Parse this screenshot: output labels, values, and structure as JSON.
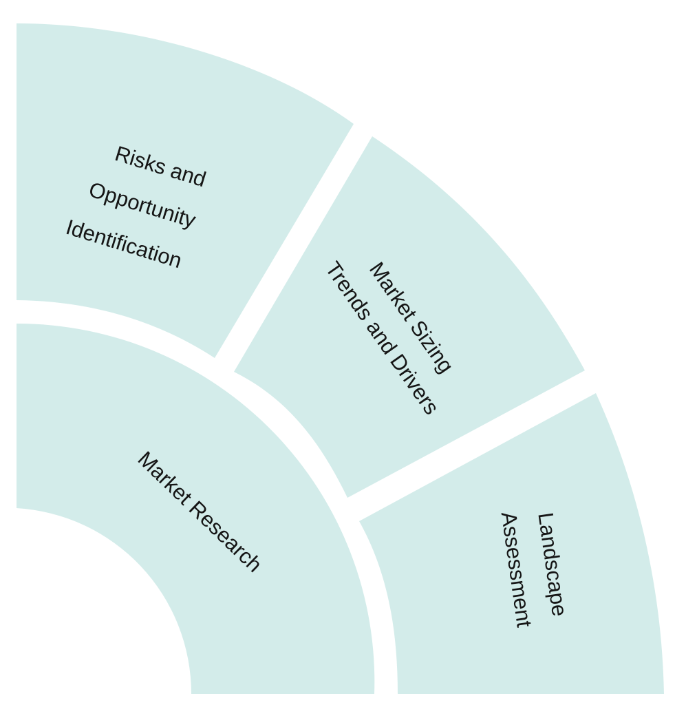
{
  "diagram": {
    "type": "quarter-radial",
    "fill_color": "#d3ecea",
    "background": "#ffffff",
    "segments": [
      {
        "id": "market-research",
        "ring": "inner",
        "lines": [
          "Market Research"
        ]
      },
      {
        "id": "risks-opportunity",
        "ring": "outer",
        "lines": [
          "Risks and",
          "Opportunity",
          "Identification"
        ]
      },
      {
        "id": "market-sizing",
        "ring": "outer",
        "lines": [
          "Market Sizing",
          "Trends and Drivers"
        ]
      },
      {
        "id": "landscape-assessment",
        "ring": "outer",
        "lines": [
          "Landscape",
          "Assessment"
        ]
      }
    ]
  }
}
